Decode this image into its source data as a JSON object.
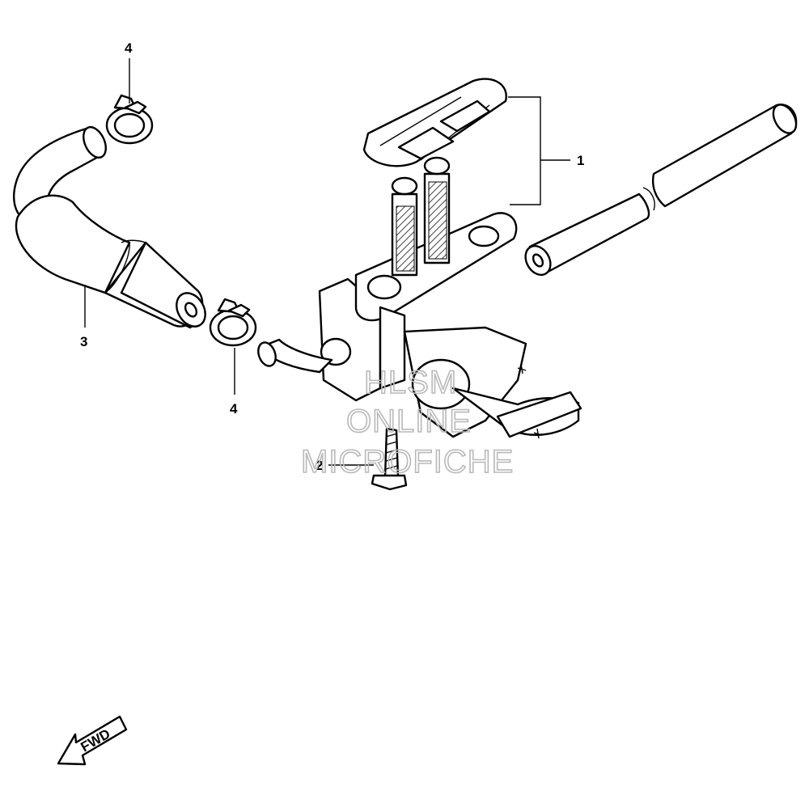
{
  "callouts": {
    "part_1": "1",
    "part_2": "2",
    "part_3": "3",
    "part_4_top": "4",
    "part_4_bottom": "4"
  },
  "watermark": {
    "line1": "HLSM",
    "line2": "ONLINE",
    "line3": "MICROFICHE"
  },
  "direction_indicator": {
    "label": "FWD"
  },
  "colors": {
    "line": "#000000",
    "background": "#ffffff",
    "watermark": "#b9b9b9",
    "screen_hatch": "#555555"
  }
}
